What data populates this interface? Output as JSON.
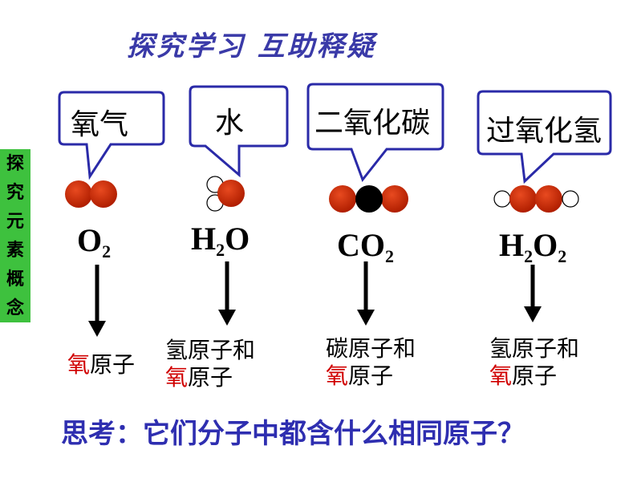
{
  "title": "探究学习  互助释疑",
  "sidebar": [
    "探",
    "究",
    "元",
    "素",
    "概",
    "念"
  ],
  "substances": [
    {
      "name": "氧气",
      "formula": [
        {
          "t": "O",
          "s": "2"
        }
      ],
      "result_lines": [
        [
          {
            "text": "氧",
            "red": true
          },
          {
            "text": "原子",
            "red": false
          }
        ]
      ]
    },
    {
      "name": "水",
      "formula": [
        {
          "t": "H",
          "s": "2"
        },
        {
          "t": "O",
          "s": ""
        }
      ],
      "result_lines": [
        [
          {
            "text": "氢原子和",
            "red": false
          }
        ],
        [
          {
            "text": "氧",
            "red": true
          },
          {
            "text": "原子",
            "red": false
          }
        ]
      ]
    },
    {
      "name": "二氧化碳",
      "formula": [
        {
          "t": "CO",
          "s": "2"
        }
      ],
      "result_lines": [
        [
          {
            "text": "碳原子和",
            "red": false
          }
        ],
        [
          {
            "text": "氧",
            "red": true
          },
          {
            "text": "原子",
            "red": false
          }
        ]
      ]
    },
    {
      "name": "过氧化氢",
      "formula": [
        {
          "t": "H",
          "s": "2"
        },
        {
          "t": "O",
          "s": "2"
        }
      ],
      "result_lines": [
        [
          {
            "text": "氢原子和",
            "red": false
          }
        ],
        [
          {
            "text": "氧",
            "red": true
          },
          {
            "text": "原子",
            "red": false
          }
        ]
      ]
    }
  ],
  "question": "思考：它们分子中都含什么相同原子？",
  "colors": {
    "title": "#3a3aa8",
    "callout_border": "#2a2aa8",
    "oxygen": "#cc2200",
    "carbon": "#000000",
    "hydrogen": "#ffffff",
    "sidebar": "#3ec13e",
    "highlight": "#d00000"
  }
}
